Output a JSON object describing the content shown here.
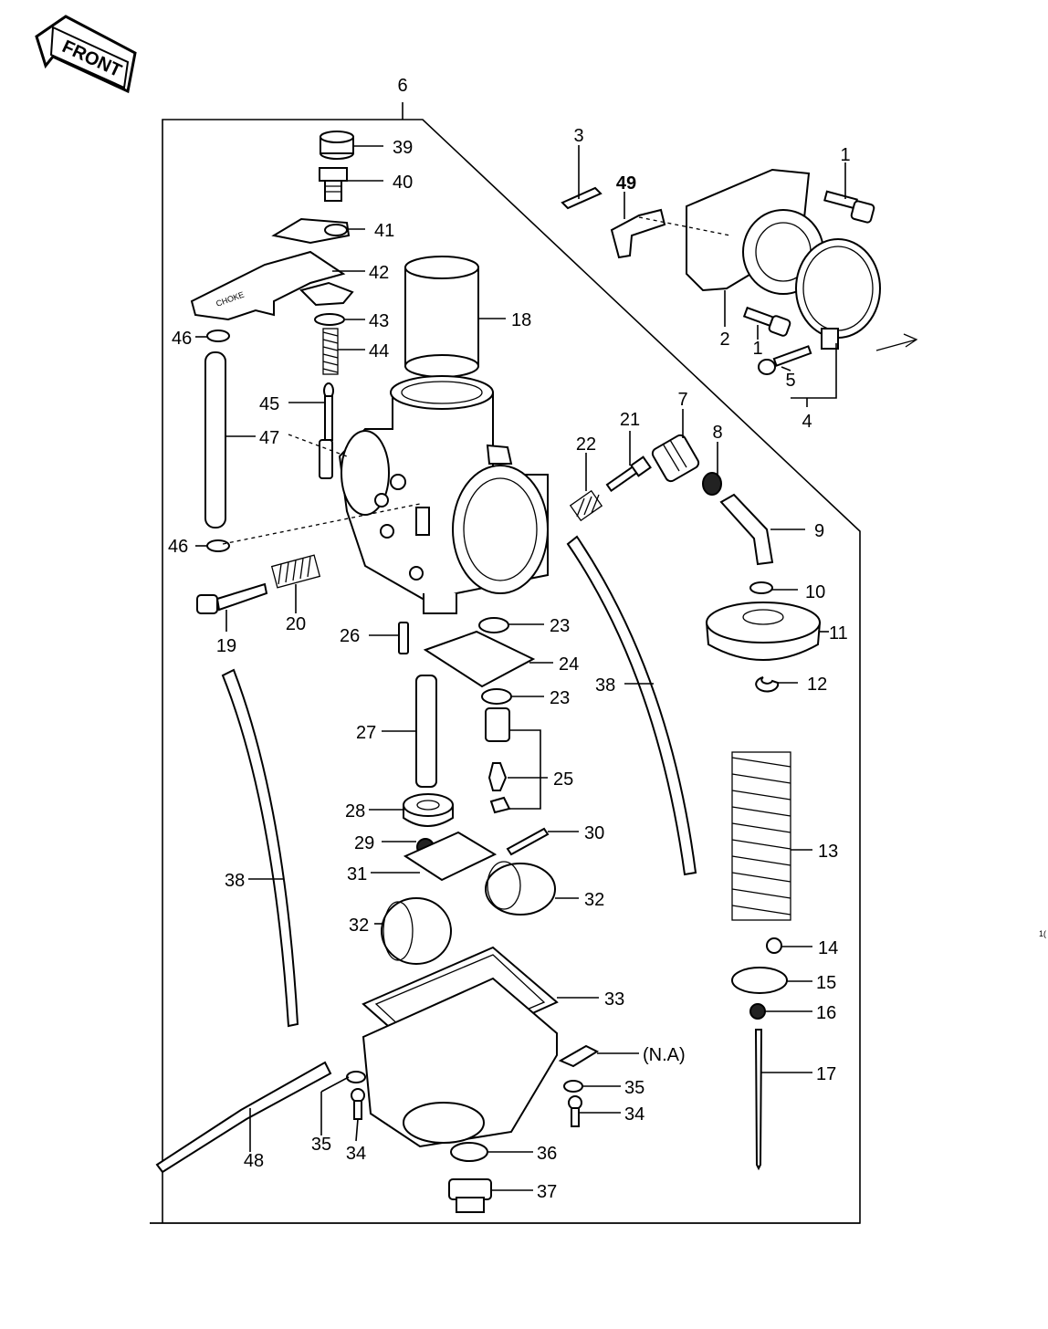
{
  "front_label": "FRONT",
  "choke_text": "CHOKE",
  "labels": {
    "l1a": "1",
    "l1b": "1",
    "l2": "2",
    "l3": "3",
    "l4": "4",
    "l5": "5",
    "l6": "6",
    "l7": "7",
    "l8": "8",
    "l9": "9",
    "l10": "10",
    "l11": "11",
    "l12": "12",
    "l13": "13",
    "l14": "14",
    "l15": "15",
    "l16": "16",
    "l17": "17",
    "l18": "18",
    "l19": "19",
    "l20": "20",
    "l21": "21",
    "l22": "22",
    "l23a": "23",
    "l23b": "23",
    "l24": "24",
    "l25": "25",
    "l26": "26",
    "l27": "27",
    "l28": "28",
    "l29": "29",
    "l30": "30",
    "l31": "31",
    "l32a": "32",
    "l32b": "32",
    "l33": "33",
    "l34a": "34",
    "l34b": "34",
    "l35a": "35",
    "l35b": "35",
    "l36": "36",
    "l37": "37",
    "l38a": "38",
    "l38b": "38",
    "l39": "39",
    "l40": "40",
    "l41": "41",
    "l42": "42",
    "l43": "43",
    "l44": "44",
    "l45": "45",
    "l46a": "46",
    "l46b": "46",
    "l47": "47",
    "l48": "48",
    "l49": "49",
    "lna": "(N.A)",
    "edge_mark": "1("
  }
}
